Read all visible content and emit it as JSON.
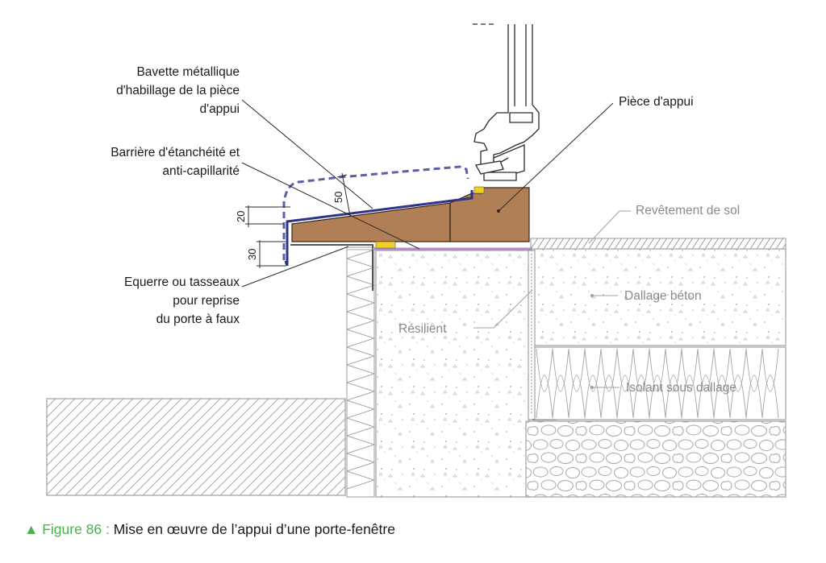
{
  "labels": {
    "bavette": [
      "Bavette métallique",
      "d'habillage de la pièce",
      "d'appui"
    ],
    "barriere": [
      "Barrière d'étanchéité et",
      "anti-capillarité"
    ],
    "equerre": [
      "Equerre ou tasseaux",
      "pour reprise",
      "du porte à faux"
    ],
    "piece_appui": "Pièce d'appui",
    "revetement": "Revêtement de sol",
    "dallage": "Dallage béton",
    "resilient": "Résilient",
    "isolant": "Isolant sous dallage"
  },
  "dimensions": {
    "d50": "50",
    "d20": "20",
    "d30": "30"
  },
  "caption": {
    "marker": "▲",
    "number": "Figure 86 :",
    "title": "Mise en œuvre de l’appui d’une porte-fenêtre"
  },
  "colors": {
    "wood": "#b07f55",
    "bavette_blue": "#5b5fa8",
    "membrane_purple": "#b48cc8",
    "seal_yellow": "#f0d020",
    "hatch": "#999999",
    "caption_green": "#4caf50"
  }
}
